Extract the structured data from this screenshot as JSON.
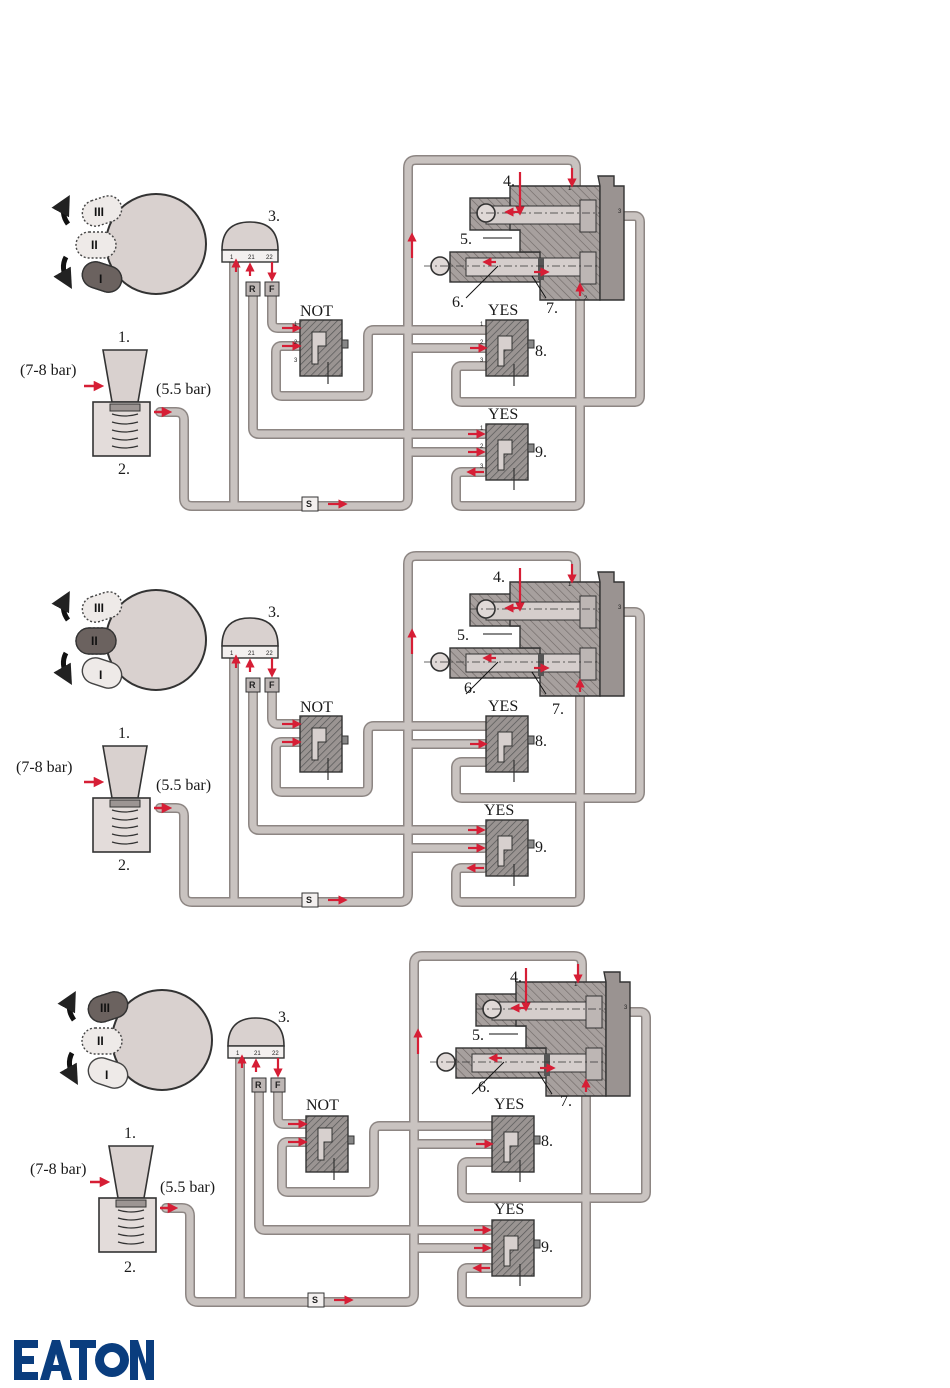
{
  "colors": {
    "line": "#c9c3c0",
    "line_edge": "#8d8683",
    "arrow": "#d61e35",
    "hatch": "#777777",
    "cam": "#d9d1cf",
    "dark": "#6b625f"
  },
  "icons": {
    "lever_notch": "rounded-tab",
    "cam": "disc",
    "arrow": "triangle-head"
  },
  "labels": {
    "n1": "1.",
    "n2": "2.",
    "n3": "3.",
    "n4": "4.",
    "n5": "5.",
    "n6": "6.",
    "n7": "7.",
    "n8": "8.",
    "n9": "9.",
    "inlet_pressure": "(7-8 bar)",
    "regulated_pressure": "(5.5 bar)",
    "not": "NOT",
    "yes": "YES",
    "port_1": "1",
    "port_21": "21",
    "port_22": "22",
    "port_2": "2",
    "port_3": "3",
    "r": "R",
    "f": "F",
    "s": "S",
    "pos_3": "III",
    "pos_2": "II",
    "pos_1": "I"
  },
  "panels": [
    {
      "id": "panel-position-1",
      "active_position": "I"
    },
    {
      "id": "panel-position-2",
      "active_position": "II"
    },
    {
      "id": "panel-position-3",
      "active_position": "III"
    }
  ],
  "brand": {
    "logo_text": "EATON"
  }
}
